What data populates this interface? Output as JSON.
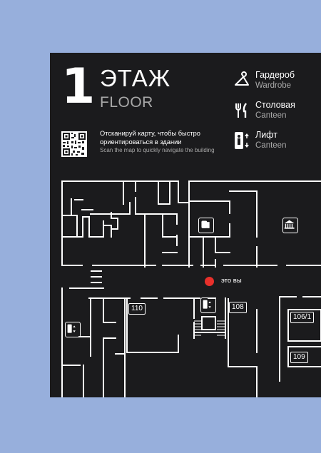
{
  "header": {
    "floor_number": "1",
    "floor_ru": "ЭТАЖ",
    "floor_en": "FLOOR"
  },
  "legend": [
    {
      "icon": "hanger-icon",
      "ru": "Гардероб",
      "en": "Wardrobe"
    },
    {
      "icon": "fork-knife-icon",
      "ru": "Столовая",
      "en": "Canteen"
    },
    {
      "icon": "elevator-icon",
      "ru": "Лифт",
      "en": "Canteen"
    }
  ],
  "scan": {
    "ru": "Отсканируй карту, чтобы быстро ориентироваться в здании",
    "en": "Scan the map to quickly navigate the building"
  },
  "map": {
    "you_are_here": "это вы",
    "rooms": [
      "110",
      "108",
      "106/1",
      "109"
    ]
  },
  "colors": {
    "background": "#97afdc",
    "board": "#1b1b1d",
    "lines": "#ffffff",
    "you_marker": "#e8302b",
    "secondary_text": "#a9a9a9"
  }
}
